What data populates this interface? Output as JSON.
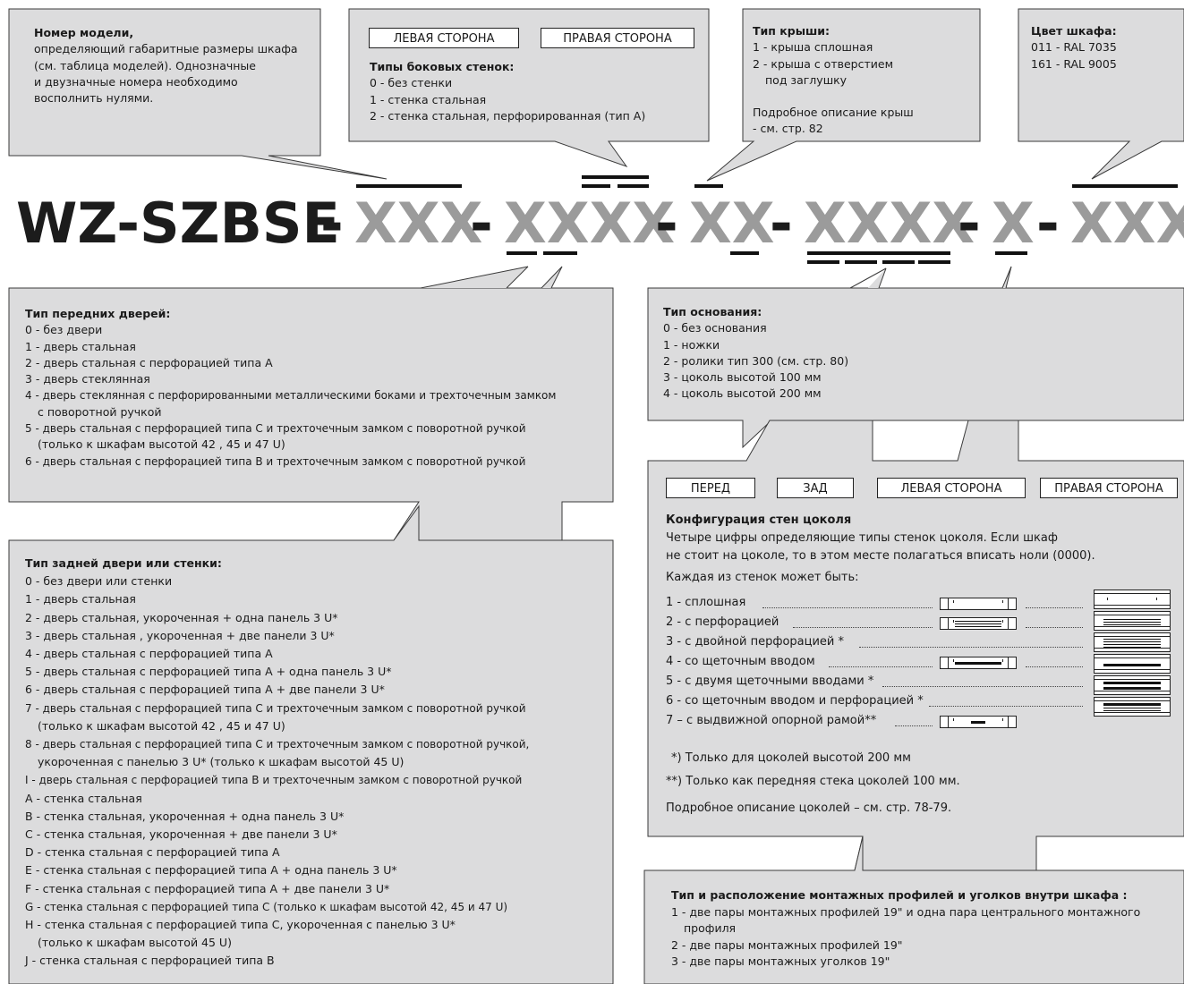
{
  "model_code": {
    "prefix": "WZ-SZBSE",
    "separator": "-",
    "groups": [
      "XXX",
      "XXXX",
      "XX",
      "XXXX",
      "X",
      "XXX"
    ]
  },
  "box_model": {
    "title": "Номер модели,",
    "lines": [
      "определяющий габаритные размеры шкафа",
      "(см. таблица моделей). Однозначные",
      "и двузначные номера необходимо",
      "восполнить нулями."
    ]
  },
  "box_side_walls": {
    "tags": [
      "ЛЕВАЯ СТОРОНА",
      "ПРАВАЯ СТОРОНА"
    ],
    "title": "Типы боковых стенок:",
    "lines": [
      "0 -  без стенки",
      "1 - стенка стальная",
      "2 - стенка стальная, перфорированная (тип А)"
    ]
  },
  "box_roof": {
    "title": "Тип крыши:",
    "lines": [
      "1 - крыша сплошная",
      "2 - крыша с отверстием",
      "под заглушку",
      "",
      "Подробное описание крыш",
      "- см. стр. 82"
    ]
  },
  "box_color": {
    "title": "Цвет шкафа:",
    "lines": [
      "011 - RAL 7035",
      "161 - RAL 9005"
    ]
  },
  "box_front_doors": {
    "title": "Тип передних дверей:",
    "lines": [
      "0 - без двери",
      "1 - дверь стальная",
      "2 - дверь стальная с перфорацией типа А",
      "3 - дверь стеклянная",
      "4 - дверь стеклянная с перфорированными металлическими боками и трехточечным замком",
      "с поворотной ручкой",
      "5 - дверь стальная с перфорацией типа С и трехточечным замком с поворотной ручкой",
      "(только к шкафам высотой 42 , 45  и 47 U)",
      "6 - дверь стальная с перфорацией типа В и трехточечным замком с поворотной ручкой"
    ]
  },
  "box_base": {
    "title": "Тип основания:",
    "lines": [
      "0 - без основания",
      "1 - ножки",
      "2 - ролики тип 300 (см. стр. 80)",
      "3 - цоколь высотой 100 мм",
      "4 - цоколь высотой 200 мм"
    ]
  },
  "box_plinth": {
    "tags": [
      "ПЕРЕД",
      "ЗАД",
      "ЛЕВАЯ СТОРОНА",
      "ПРАВАЯ СТОРОНА"
    ],
    "title": "Конфигурация стен цоколя",
    "intro": [
      "Четыре цифры определяющие типы стенок цоколя. Если шкаф",
      "не стоит на цоколе, то в этом месте полагаться вписать ноли (0000)."
    ],
    "each": "Каждая из стенок может быть:",
    "items": [
      "1 - сплошная",
      "2 - с перфорацией",
      "3 - с двойной перфорацией *",
      "4 - со щеточным вводом",
      "5 - с двумя щеточными вводами *",
      "6 - со щеточным вводом и перфорацией *",
      "7 – с выдвижной опорной рамой**"
    ],
    "note1": "*) Только для цоколей  высотой 200 мм",
    "note2": "**) Только как передняя стека цоколей 100 мм.",
    "note3": "Подробное описание цоколей – см. стр. 78-79."
  },
  "box_rear": {
    "title": "Тип задней двери или стенки:",
    "lines": [
      "0 - без двери или стенки",
      "1 - дверь стальная",
      "2 - дверь стальная, укороченная + одна панель 3 U*",
      "3 - дверь стальная , укороченная + две панели 3 U*",
      "4 - дверь стальная с перфорацией типа А",
      "5 - дверь стальная с перфорацией типа А + одна панель 3 U*",
      "6 - дверь стальная с перфорацией типа А + две панели 3 U*",
      "7 - дверь стальная с перфорацией типа С и трехточечным замком с поворотной ручкой",
      "(только к шкафам высотой 42 , 45  и 47 U)",
      "8 - дверь стальная с перфорацией типа С и трехточечным замком с поворотной ручкой,",
      "укороченная с панелью 3 U* (только к шкафам высотой 45 U)",
      "I - дверь стальная с перфорацией типа В и трехточечным замком с поворотной ручкой",
      "A - стенка стальная",
      "B - стенка стальная, укороченная + одна панель 3 U*",
      "C - стенка стальная, укороченная + две панели 3 U*",
      "D - стенка стальная с перфорацией типа А",
      "E - стенка стальная с перфорацией типа А + одна панель 3 U*",
      "F - стенка стальная с перфорацией типа А + две панели 3 U*",
      "G - стенка стальная с перфорацией типа С (только к шкафам высотой 42, 45 и 47 U)",
      "H - стенка стальная с перфорацией типа С, укороченная с панелью 3 U*",
      "(только к шкафам высотой 45 U)",
      "J - стенка стальная с перфорацией типа  В"
    ]
  },
  "box_profiles": {
    "title": "Тип и расположение монтажных профилей и уголков внутри шкафа :",
    "lines": [
      "1 - две пары монтажных профилей 19\" и одна пара центрального монтажного",
      "профиля",
      "2 - две пары монтажных профилей 19\"",
      "3 - две пары монтажных уголков 19\""
    ]
  },
  "colors": {
    "box_fill": "#dcdcdd",
    "box_stroke": "#3a3a3a",
    "code_dark": "#1c1c1c",
    "code_grey": "#9b9b9b"
  }
}
